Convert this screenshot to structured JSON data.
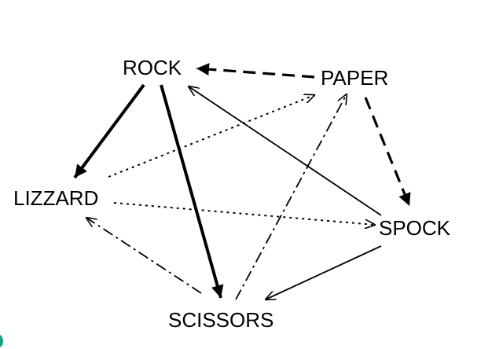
{
  "diagram": {
    "nodes": {
      "rock": "ROCK",
      "paper": "PAPER",
      "lizzard": "LIZZARD",
      "spock": "SPOCK",
      "scissors": "SCISSORS"
    },
    "edges": [
      {
        "from": "PAPER",
        "to": "ROCK",
        "style": "dashed",
        "weight": "heavy"
      },
      {
        "from": "ROCK",
        "to": "LIZZARD",
        "style": "solid",
        "weight": "heavy"
      },
      {
        "from": "ROCK",
        "to": "SCISSORS",
        "style": "solid",
        "weight": "heavy"
      },
      {
        "from": "SPOCK",
        "to": "ROCK",
        "style": "solid",
        "weight": "thin"
      },
      {
        "from": "LIZZARD",
        "to": "PAPER",
        "style": "dotted",
        "weight": "thin"
      },
      {
        "from": "PAPER",
        "to": "SPOCK",
        "style": "dashed",
        "weight": "heavy"
      },
      {
        "from": "LIZZARD",
        "to": "SPOCK",
        "style": "dotted",
        "weight": "thin"
      },
      {
        "from": "SCISSORS",
        "to": "PAPER",
        "style": "dash-dot",
        "weight": "thin"
      },
      {
        "from": "SCISSORS",
        "to": "LIZZARD",
        "style": "dash-dot",
        "weight": "thin"
      },
      {
        "from": "SPOCK",
        "to": "SCISSORS",
        "style": "solid",
        "weight": "thin"
      }
    ],
    "colors": {
      "ink": "#000000",
      "background": "#ffffff",
      "corner_mark": "#1d9b84"
    }
  }
}
